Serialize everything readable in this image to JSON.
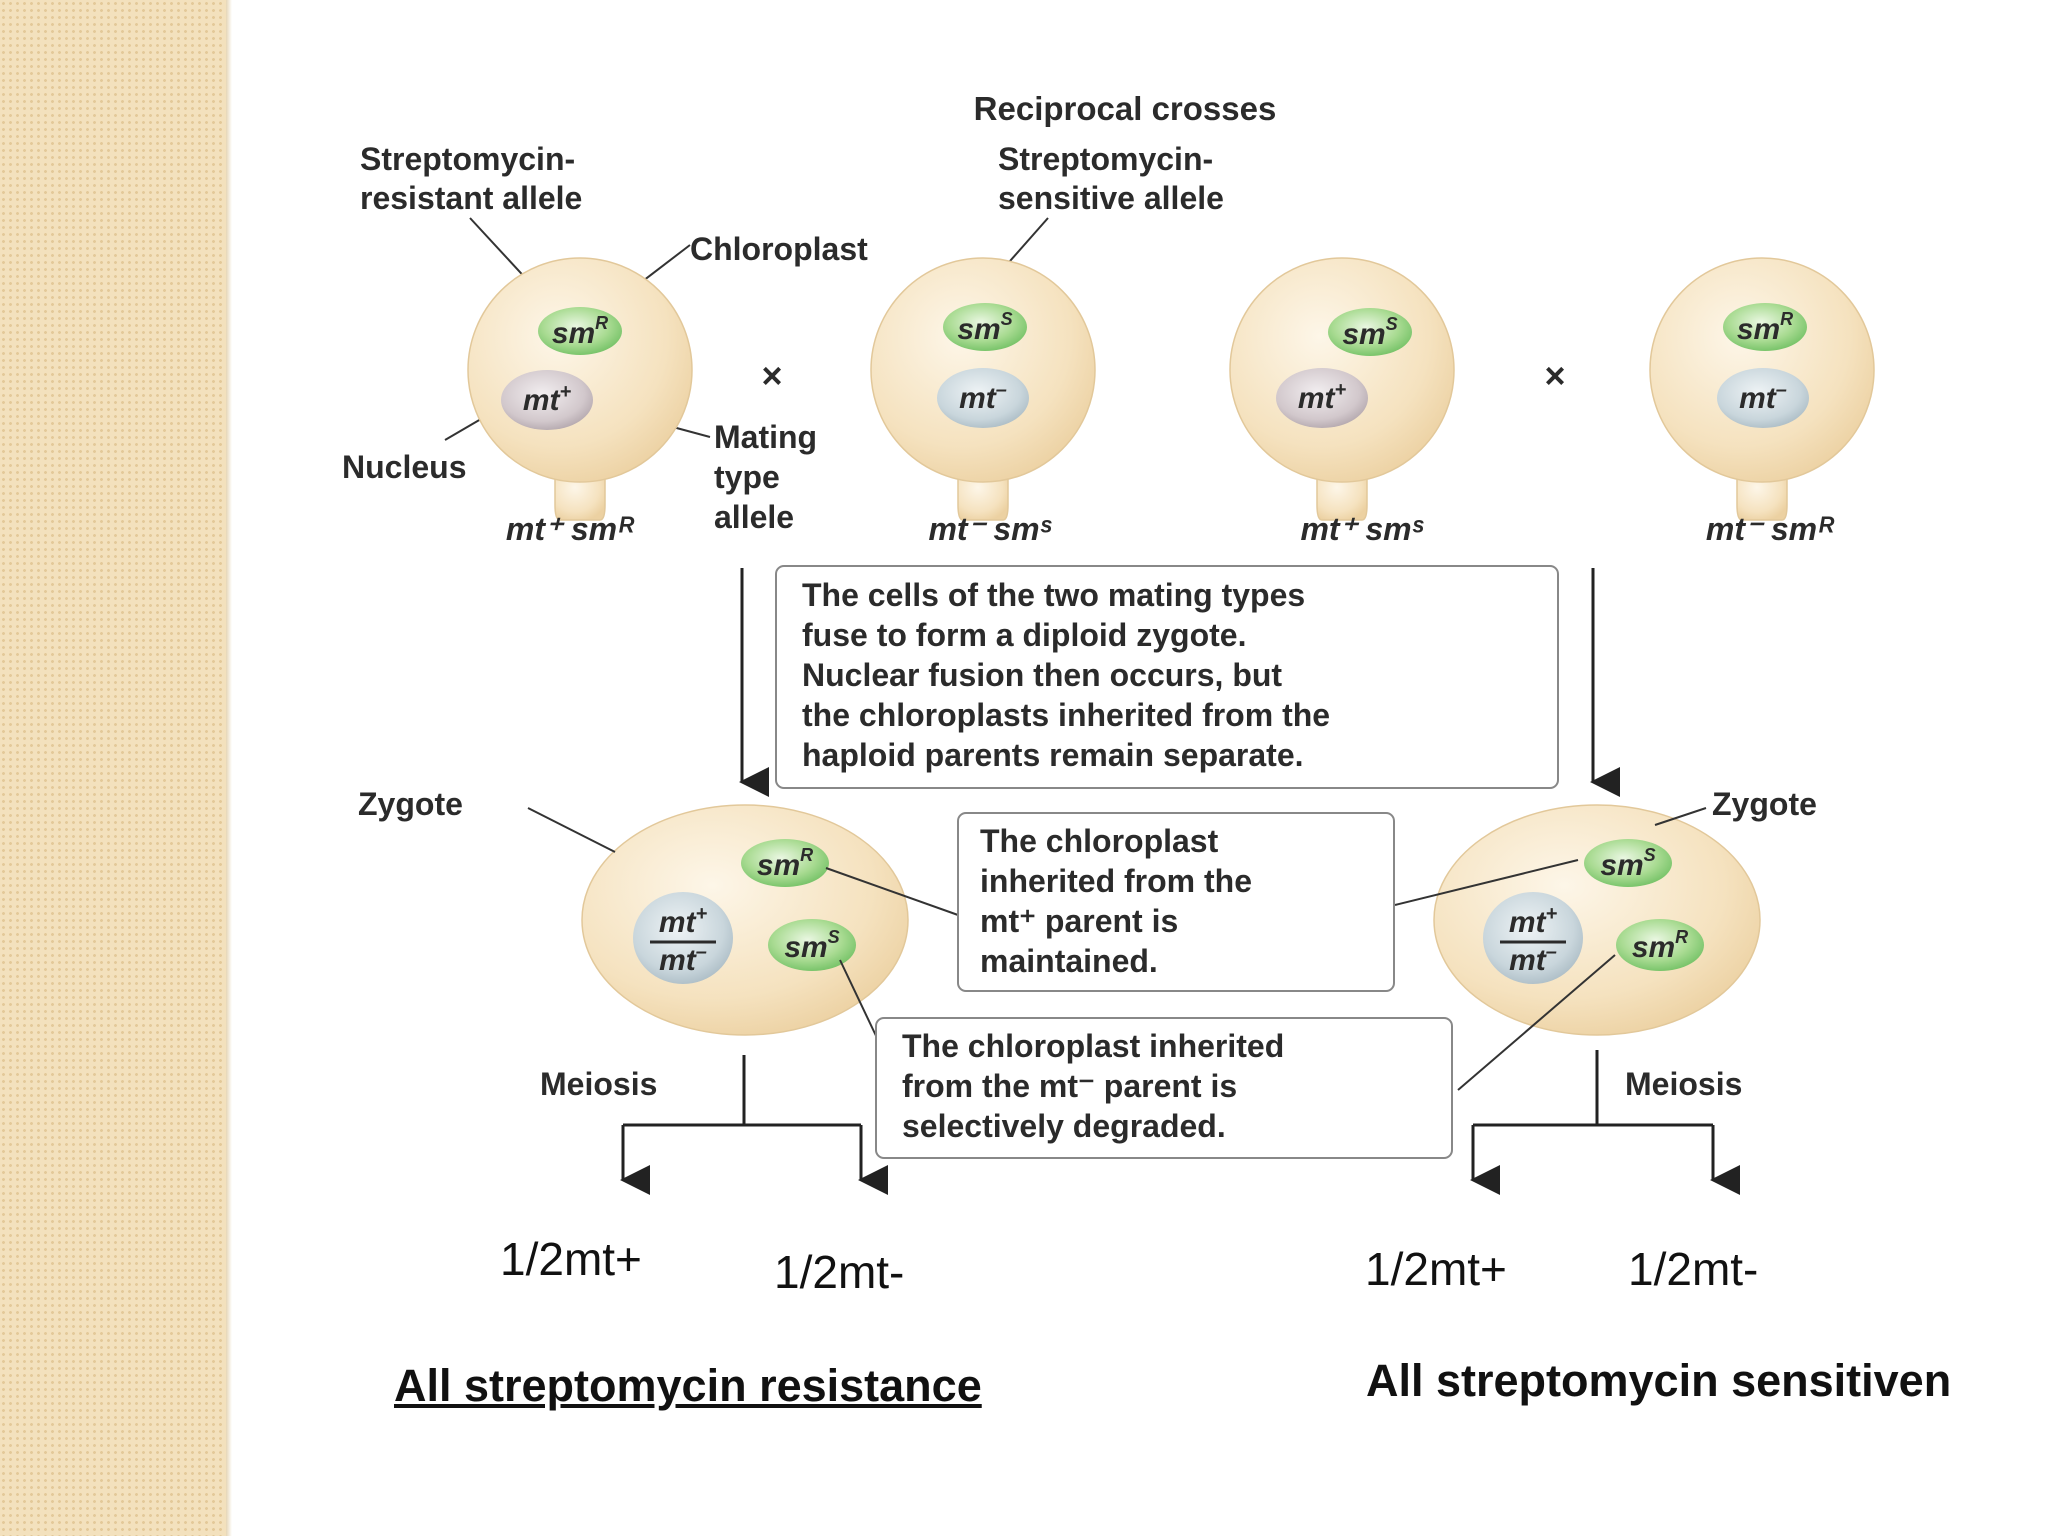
{
  "diagram": {
    "title": "Reciprocal crosses",
    "labels": {
      "resistant_allele": [
        "Streptomycin-",
        "resistant allele"
      ],
      "sensitive_allele": [
        "Streptomycin-",
        "sensitive allele"
      ],
      "chloroplast": "Chloroplast",
      "nucleus": "Nucleus",
      "mating_type_allele": [
        "Mating",
        "type",
        "allele"
      ],
      "cross_symbol": "×",
      "zygote": "Zygote",
      "meiosis": "Meiosis"
    },
    "parents": [
      {
        "chloroplast": "sm",
        "chloroplast_sup": "R",
        "nucleus": "mt",
        "nucleus_sup": "+",
        "genotype": "mt⁺ smᴿ"
      },
      {
        "chloroplast": "sm",
        "chloroplast_sup": "S",
        "nucleus": "mt",
        "nucleus_sup": "–",
        "genotype": "mt⁻ smˢ"
      },
      {
        "chloroplast": "sm",
        "chloroplast_sup": "S",
        "nucleus": "mt",
        "nucleus_sup": "+",
        "genotype": "mt⁺ smˢ"
      },
      {
        "chloroplast": "sm",
        "chloroplast_sup": "R",
        "nucleus": "mt",
        "nucleus_sup": "–",
        "genotype": "mt⁻ smᴿ"
      }
    ],
    "zygotes": [
      {
        "top_chloroplast": "smᴿ",
        "bottom_chloroplast": "smˢ",
        "nucleus_top": "mt⁺",
        "nucleus_bottom": "mt⁻"
      },
      {
        "top_chloroplast": "smˢ",
        "bottom_chloroplast": "smᴿ",
        "nucleus_top": "mt⁺",
        "nucleus_bottom": "mt⁻"
      }
    ],
    "box_fusion": [
      "The cells of the two mating types",
      "fuse to form a diploid zygote.",
      "Nuclear fusion then occurs, but",
      "the chloroplasts inherited from the",
      "haploid parents remain separate."
    ],
    "box_maintained": [
      "The chloroplast",
      "inherited from the",
      "mt⁺ parent is",
      "maintained."
    ],
    "box_degraded": [
      "The chloroplast inherited",
      "from the mt⁻ parent is",
      "selectively degraded."
    ]
  },
  "results": {
    "left_mt_plus": "1/2mt+",
    "left_mt_minus": "1/2mt-",
    "right_mt_plus": "1/2mt+",
    "right_mt_minus": "1/2mt-",
    "left_conclusion": "All streptomycin resistance",
    "right_conclusion": "All streptomycin sensitiven"
  },
  "colors": {
    "cell": "#f6e6c6",
    "chloroplast": "#a6d88f",
    "nucleus": "#c8d6de",
    "sidebar": "#f3e1bd"
  }
}
